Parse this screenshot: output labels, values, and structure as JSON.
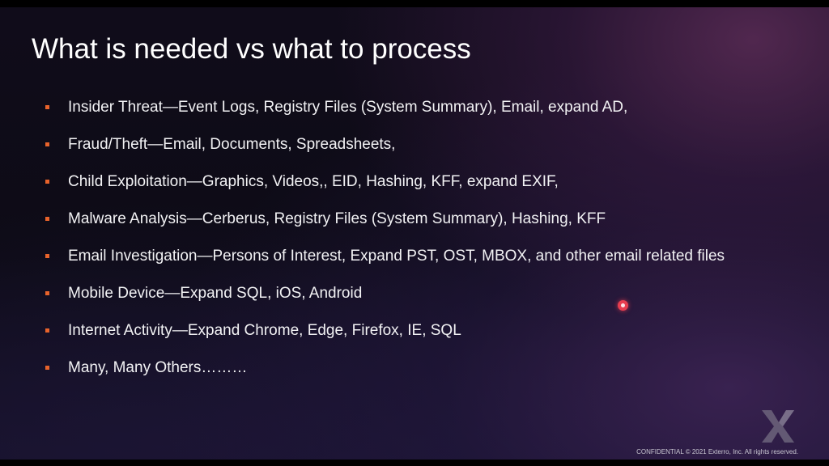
{
  "slide": {
    "title": "What is needed vs what to process",
    "bullets": [
      "Insider Threat—Event Logs, Registry Files (System Summary), Email, expand AD,",
      "Fraud/Theft—Email, Documents, Spreadsheets,",
      "Child Exploitation—Graphics, Videos,, EID,  Hashing, KFF, expand EXIF,",
      "Malware Analysis—Cerberus, Registry Files (System Summary), Hashing, KFF",
      "Email Investigation—Persons of Interest, Expand PST, OST, MBOX,  and other email related files",
      "Mobile Device—Expand SQL, iOS, Android",
      "Internet Activity—Expand Chrome, Edge, Firefox, IE, SQL",
      "Many, Many Others………"
    ],
    "footer": "CONFIDENTIAL © 2021 Exterro, Inc. All rights reserved.",
    "logo_icon": "exterro-x-logo-icon",
    "pointer_icon": "laser-pointer-icon"
  },
  "colors": {
    "bullet_marker": "#e8632b",
    "text": "#f2f2f4",
    "pointer": "#e83d4f"
  }
}
